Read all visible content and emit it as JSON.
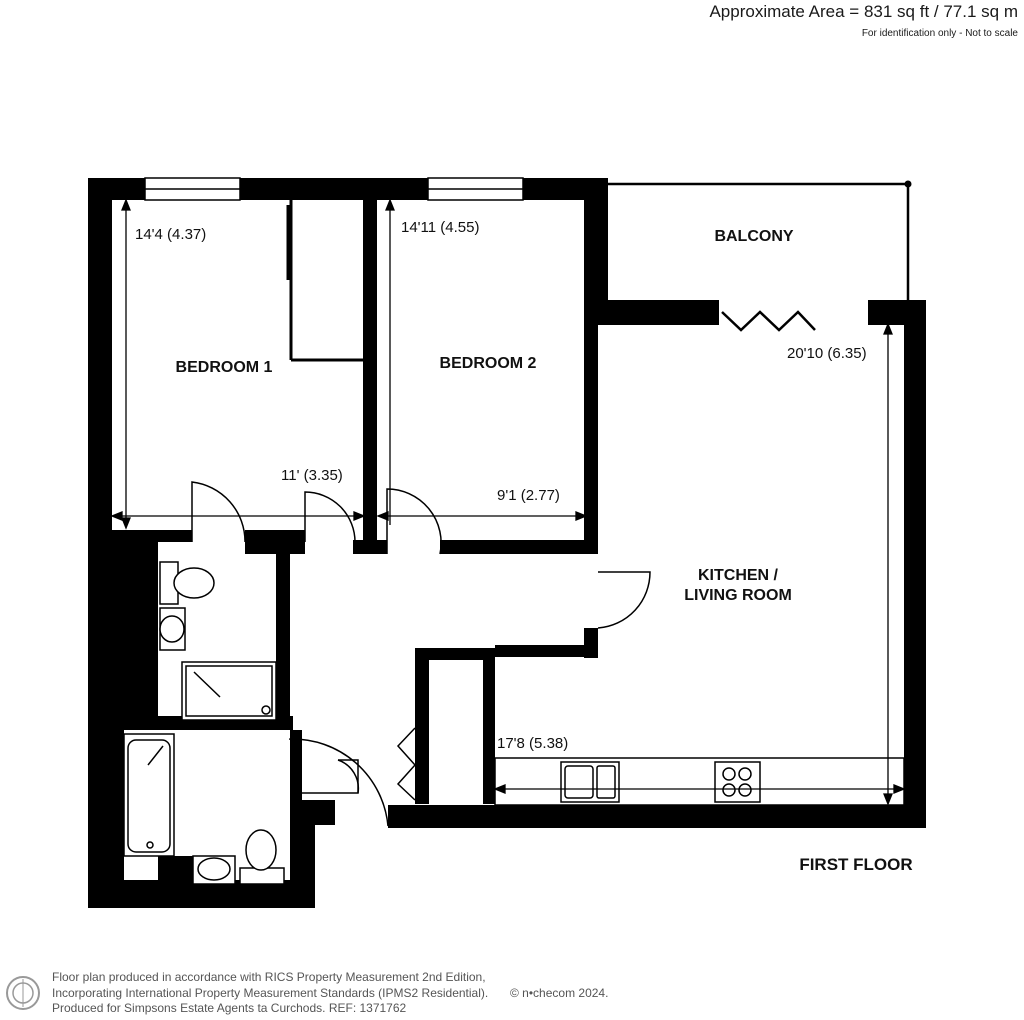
{
  "header": {
    "area": "Approximate Area = 831 sq ft / 77.1 sq m",
    "note": "For identification only - Not to scale"
  },
  "rooms": {
    "bedroom1": "BEDROOM 1",
    "bedroom2": "BEDROOM 2",
    "balcony": "BALCONY",
    "kitchen_line1": "KITCHEN /",
    "kitchen_line2": "LIVING ROOM"
  },
  "dimensions": {
    "bedroom1_length": "14'4 (4.37)",
    "bedroom1_width": "11' (3.35)",
    "bedroom2_length": "14'11 (4.55)",
    "bedroom2_width": "9'1 (2.77)",
    "kitchen_length": "20'10 (6.35)",
    "kitchen_width": "17'8 (5.38)"
  },
  "floor_label": "FIRST FLOOR",
  "footer": {
    "line1": "Floor plan produced in accordance with RICS Property Measurement 2nd Edition,",
    "line2": "Incorporating International Property Measurement Standards (IPMS2 Residential).",
    "line3": "Produced for Simpsons Estate Agents ta Curchods.   REF:  1371762",
    "copyright": "© n•checom 2024."
  }
}
